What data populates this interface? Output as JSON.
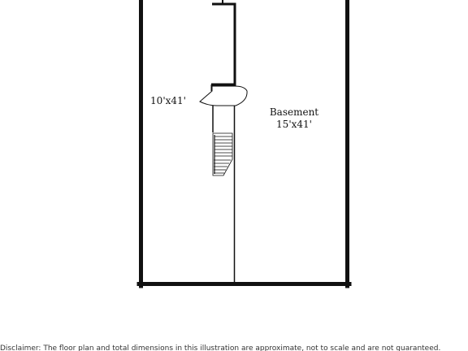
{
  "rooms": {
    "left": {
      "dimensions": "10'x41'"
    },
    "basement": {
      "name": "Basement",
      "dimensions": "15'x41'"
    }
  },
  "disclaimer": "Disclaimer: The floor plan and total dimensions in this illustration are approximate, not to scale and are not guaranteed.",
  "colors": {
    "wall": "#111111",
    "background": "#ffffff",
    "text": "#111111"
  },
  "icons": [
    "door-swing-icon",
    "staircase-icon"
  ]
}
